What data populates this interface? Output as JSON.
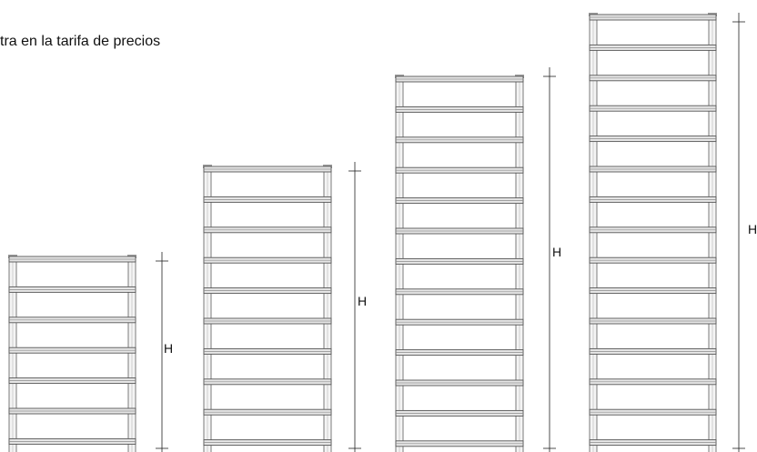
{
  "caption": "tra en la tarifa de precios",
  "height_label": "H",
  "radiators": [
    {
      "name": "radiator-1",
      "bars": 7,
      "height_label": "H"
    },
    {
      "name": "radiator-2",
      "bars": 10,
      "height_label": "H"
    },
    {
      "name": "radiator-3",
      "bars": 13,
      "height_label": "H"
    },
    {
      "name": "radiator-4",
      "bars": 15,
      "height_label": "H"
    }
  ]
}
